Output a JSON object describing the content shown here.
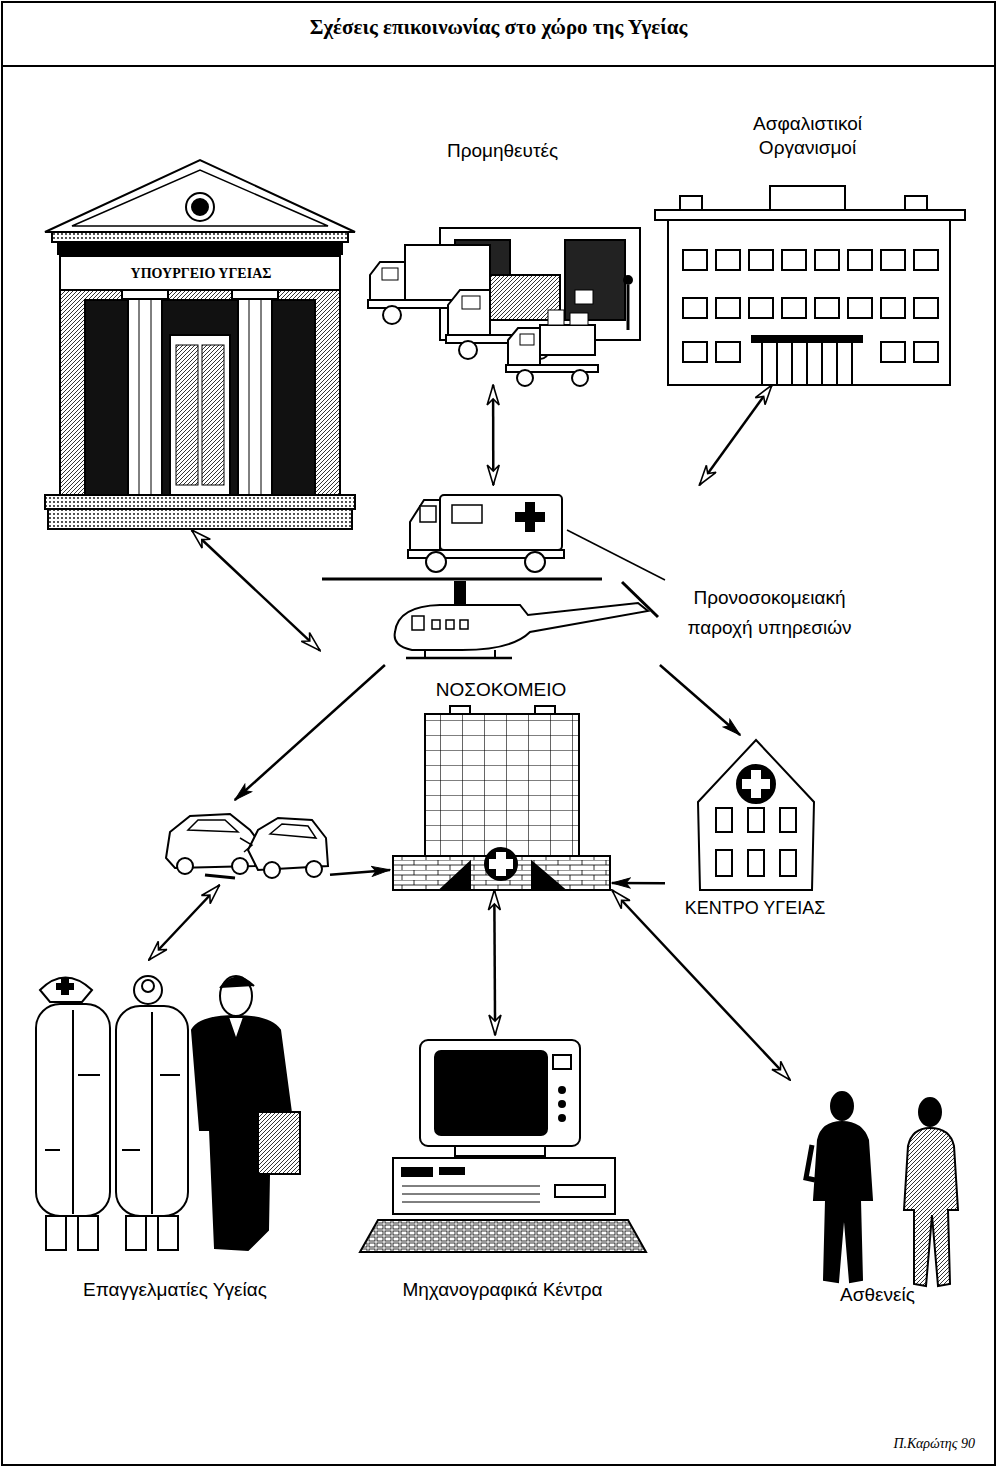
{
  "diagram": {
    "title": "Σχέσεις επικοινωνίας στο χώρο της Υγείας",
    "nodes": [
      {
        "text": [
          "ΥΠΟΥΡΓΕΙΟ ΥΓΕΙΑΣ"
        ]
      },
      {
        "text": [
          "Προμηθευτές"
        ]
      },
      {
        "text": [
          "Ασφαλιστικοί Οργανισμοί"
        ]
      },
      {
        "text": [
          "Προνοσοκομειακή παροχή υπηρεσιών"
        ]
      },
      {
        "text": [
          "ΝΟΣΟΚΟΜΕΙΟ"
        ]
      },
      {
        "text": []
      },
      {
        "text": [
          "ΚΕΝΤΡΟ ΥΓΕΙΑΣ"
        ]
      },
      {
        "text": [
          "Επαγγελματίες Υγείας"
        ]
      },
      {
        "text": [
          "Μηχανογραφικά Κέντρα"
        ]
      },
      {
        "text": [
          "Ασθενείς"
        ]
      }
    ],
    "edges": [
      {
        "from": 0,
        "to": 3,
        "arrow": "both"
      },
      {
        "from": 1,
        "to": 3,
        "arrow": "both"
      },
      {
        "from": 2,
        "to": 3,
        "arrow": "both"
      },
      {
        "from": 3,
        "to": 5,
        "arrow": "to"
      },
      {
        "from": 3,
        "to": 6,
        "arrow": "to"
      },
      {
        "from": 5,
        "to": 4,
        "arrow": "to"
      },
      {
        "from": 6,
        "to": 4,
        "arrow": "to"
      },
      {
        "from": 5,
        "to": 7,
        "arrow": "both"
      },
      {
        "from": 4,
        "to": 8,
        "arrow": "both"
      },
      {
        "from": 4,
        "to": 9,
        "arrow": "both"
      }
    ],
    "labels": [
      "Π.Καρώτης 90"
    ]
  }
}
